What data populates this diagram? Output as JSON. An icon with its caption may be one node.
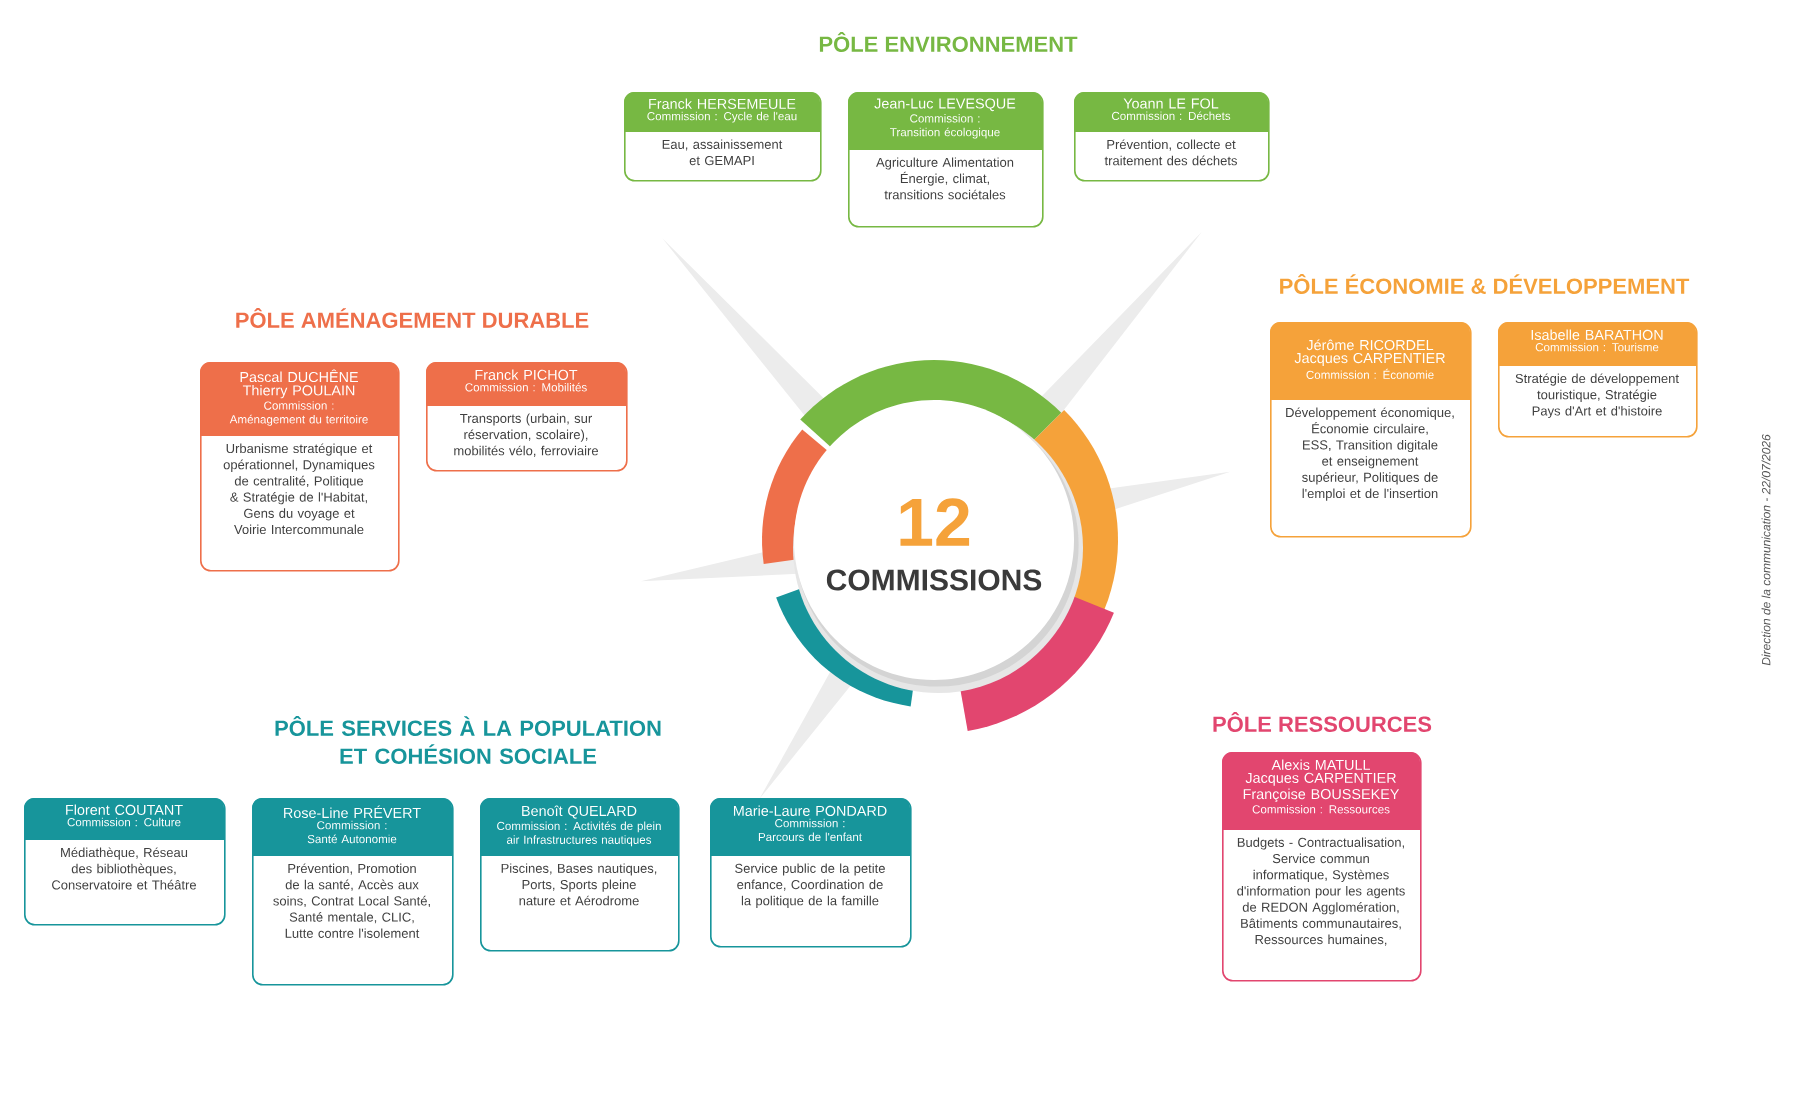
{
  "diagram": {
    "nodes": [
      {
        "text": [
          "Franck HERSEMEULE",
          "Commission : Cycle de l'eau",
          "Eau, assainissement et GEMAPI"
        ]
      },
      {
        "text": [
          "Jean-Luc LEVESQUE",
          "Commission : Transition écologique",
          "Agriculture Alimentation Énergie, climat, transitions sociétales"
        ]
      },
      {
        "text": [
          "Yoann LE FOL",
          "Commission : Déchets",
          "Prévention, collecte et traitement des déchets"
        ]
      },
      {
        "text": [
          "Pascal DUCHÊNE",
          "Thierry POULAIN",
          "Commission : Aménagement du territoire",
          "Urbanisme stratégique et opérationnel, Dynamiques de centralité, Politique & Stratégie de l'Habitat, Gens du voyage et Voirie Intercommunale"
        ]
      },
      {
        "text": [
          "Franck PICHOT",
          "Commission : Mobilités",
          "Transports (urbain, sur réservation, scolaire), mobilités vélo, ferroviaire"
        ]
      },
      {
        "text": [
          "Jérôme RICORDEL",
          "Jacques CARPENTIER",
          "Commission : Économie",
          "Développement économique, Économie circulaire, ESS, Transition digitale et enseignement supérieur, Politiques de l'emploi et de l'insertion"
        ]
      },
      {
        "text": [
          "Isabelle BARATHON",
          "Commission : Tourisme",
          "Stratégie de développement touristique, Stratégie Pays d'Art et d'histoire"
        ]
      },
      {
        "text": [
          "12",
          "COMMISSIONS"
        ]
      },
      {
        "text": [
          "Florent COUTANT",
          "Commission : Culture",
          "Médiathèque, Réseau des bibliothèques, Conservatoire et Théâtre"
        ]
      },
      {
        "text": [
          "Rose-Line PRÉVERT",
          "Commission : Santé Autonomie",
          "Prévention, Promotion de la santé, Accès aux soins, Contrat Local Santé, Santé mentale, CLIC, Lutte contre l'isolement"
        ]
      },
      {
        "text": [
          "Benoît QUELARD",
          "Commission : Activités de plein air Infrastructures nautiques",
          "Piscines, Bases nautiques, Ports, Sports pleine nature et Aérodrome"
        ]
      },
      {
        "text": [
          "Marie-Laure PONDARD",
          "Commission : Parcours de l'enfant",
          "Service public de la petite enfance, Coordination de la politique de la famille"
        ]
      },
      {
        "text": [
          "Alexis MATULL",
          "Jacques CARPENTIER",
          "Françoise BOUSSEKEY",
          "Commission : Ressources",
          "Budgets - Contractualisation, Service commun informatique, Systèmes d'information pour les agents de REDON Agglomération, Bâtiments communautaires, Ressources humaines,"
        ]
      }
    ],
    "labels": [
      "PÔLE ENVIRONNEMENT",
      "PÔLE AMÉNAGEMENT DURABLE",
      "PÔLE ÉCONOMIE & DÉVELOPPEMENT",
      "PÔLE SERVICES À LA POPULATION ET COHÉSION SOCIALE",
      "PÔLE RESSOURCES",
      "Direction de la communication - 22/07/2026"
    ]
  }
}
